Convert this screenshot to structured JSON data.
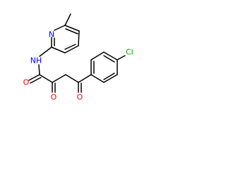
{
  "molecule": {
    "atoms": {
      "pyridine_n": {
        "symbol": "N",
        "color": "#0000ff"
      },
      "amide_nh": {
        "symbol": "NH",
        "color": "#0000ff"
      },
      "amide_o": {
        "symbol": "O",
        "color": "#ff0000"
      },
      "keto_o_alpha": {
        "symbol": "O",
        "color": "#ff0000"
      },
      "keto_o_aryl": {
        "symbol": "O",
        "color": "#ff0000"
      },
      "chlorine": {
        "symbol": "Cl",
        "color": "#00a000"
      }
    },
    "bond_color": "#000000"
  }
}
